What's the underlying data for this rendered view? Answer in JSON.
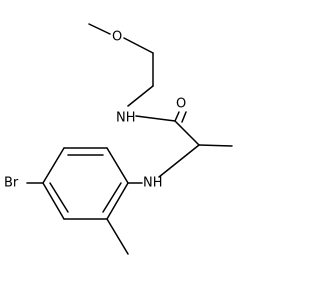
{
  "molecule": {
    "atoms": {
      "O_ether": "O",
      "NH_amide": "NH",
      "O_carbonyl": "O",
      "NH_amine": "NH",
      "Br": "Br"
    },
    "colors": {
      "bond": "#000000",
      "label": "#000000",
      "background": "#ffffff"
    }
  }
}
